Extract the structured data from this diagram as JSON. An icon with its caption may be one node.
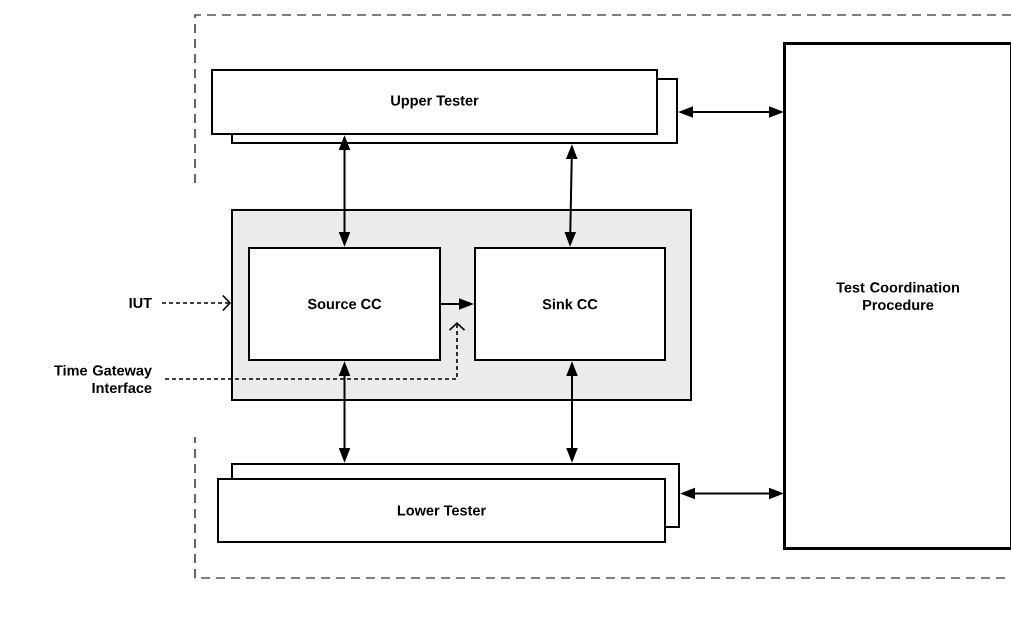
{
  "diagram": {
    "nodes": [
      {
        "text": [
          "Upper Tester"
        ]
      },
      {
        "text": [],
        "shape": "box"
      },
      {
        "text": [
          "Source CC"
        ],
        "in": 1
      },
      {
        "text": [
          "Sink CC"
        ],
        "in": 1
      },
      {
        "text": [
          "Lower Tester"
        ]
      },
      {
        "text": [
          "Test Coordination Procedure"
        ]
      },
      {
        "text": [
          "IUT"
        ]
      },
      {
        "text": [
          "Time Gateway Interface"
        ]
      }
    ],
    "edges": [
      {
        "from": 2,
        "to": 0,
        "arrow": "both"
      },
      {
        "from": 3,
        "to": 0,
        "arrow": "both"
      },
      {
        "from": 2,
        "to": 3,
        "arrow": "to"
      },
      {
        "from": 2,
        "to": 4,
        "arrow": "both"
      },
      {
        "from": 3,
        "to": 4,
        "arrow": "both"
      },
      {
        "from": 0,
        "to": 5,
        "arrow": "both"
      },
      {
        "from": 4,
        "to": 5,
        "arrow": "both"
      },
      {
        "from": 6,
        "to": 1,
        "arrow": "to",
        "style": "dashed"
      },
      {
        "from": 7,
        "to": 3,
        "arrow": "to",
        "style": "dashed"
      }
    ]
  }
}
